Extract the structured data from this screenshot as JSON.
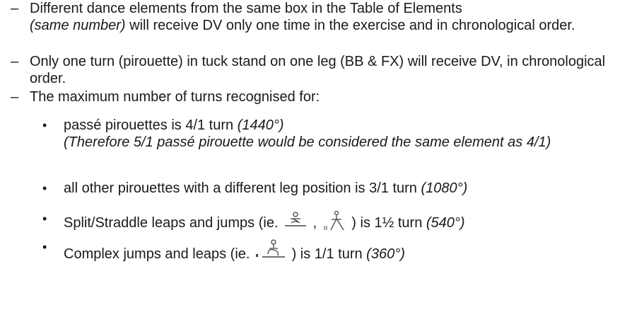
{
  "rules": {
    "item1": {
      "marker": "–",
      "text_a": "Different dance elements from the same box in the Table of Elements",
      "text_b_italic": "(same number)",
      "text_c": " will receive DV only one time in the exercise and in chronological order."
    },
    "item2": {
      "marker": "–",
      "text": "Only one turn (pirouette) in tuck stand on one leg (BB & FX) will receive DV, in chronological order."
    },
    "item3": {
      "marker": "–",
      "text": "The maximum number of turns recognised for:"
    }
  },
  "turn_limits": {
    "b1": {
      "marker": "•",
      "text_a": "passé pirouettes is 4/1 turn ",
      "angle_italic": "(1440°)",
      "note_italic": "(Therefore 5/1 passé pirouette would be considered the same element as 4/1)"
    },
    "b2": {
      "marker": "•",
      "text_a": "all other pirouettes with a different leg position is 3/1 turn ",
      "angle_italic": "(1080°)"
    },
    "b3": {
      "marker": "•",
      "text_a": "Split/Straddle leaps and jumps (ie. ",
      "sep": " , ",
      "text_b": " ) is 1½ turn ",
      "angle_italic": "(540°)",
      "symbol1_icon": "split-leap-symbol-icon",
      "symbol2_icon": "straddle-jump-symbol-icon"
    },
    "b4": {
      "marker": "•",
      "text_a": "Complex jumps and leaps (ie. ",
      "text_b": " ) is 1/1 turn ",
      "angle_italic": "(360°)",
      "symbol_icon": "complex-leap-symbol-icon"
    }
  }
}
